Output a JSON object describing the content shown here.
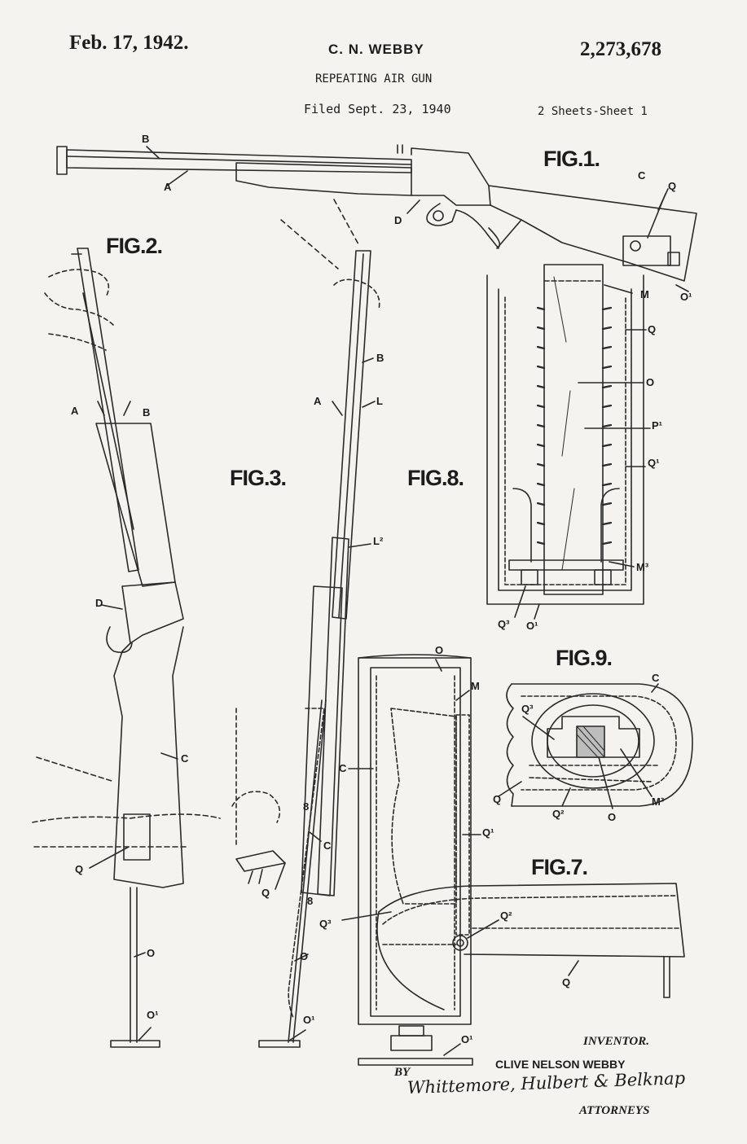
{
  "header": {
    "date": "Feb. 17, 1942.",
    "inventor_short": "C. N. WEBBY",
    "patent_number": "2,273,678",
    "title": "REPEATING AIR GUN",
    "filed": "Filed Sept. 23, 1940",
    "sheets": "2 Sheets-Sheet 1"
  },
  "figures": {
    "fig1": "FIG.1.",
    "fig2": "FIG.2.",
    "fig3": "FIG.3.",
    "fig7": "FIG.7.",
    "fig8": "FIG.8.",
    "fig9": "FIG.9."
  },
  "labels": {
    "A": "A",
    "B": "B",
    "C": "C",
    "D": "D",
    "L": "L",
    "L2": "L²",
    "M": "M",
    "M3": "M³",
    "O": "O",
    "O1": "O¹",
    "P1": "P¹",
    "Q": "Q",
    "Q1": "Q¹",
    "Q2": "Q²",
    "Q3": "Q³",
    "n8": "8"
  },
  "footer": {
    "inventor_heading": "INVENTOR.",
    "inventor_name": "CLIVE NELSON WEBBY",
    "by": "BY",
    "signature": "Whittemore, Hulbert & Belknap",
    "attorneys": "ATTORNEYS"
  }
}
